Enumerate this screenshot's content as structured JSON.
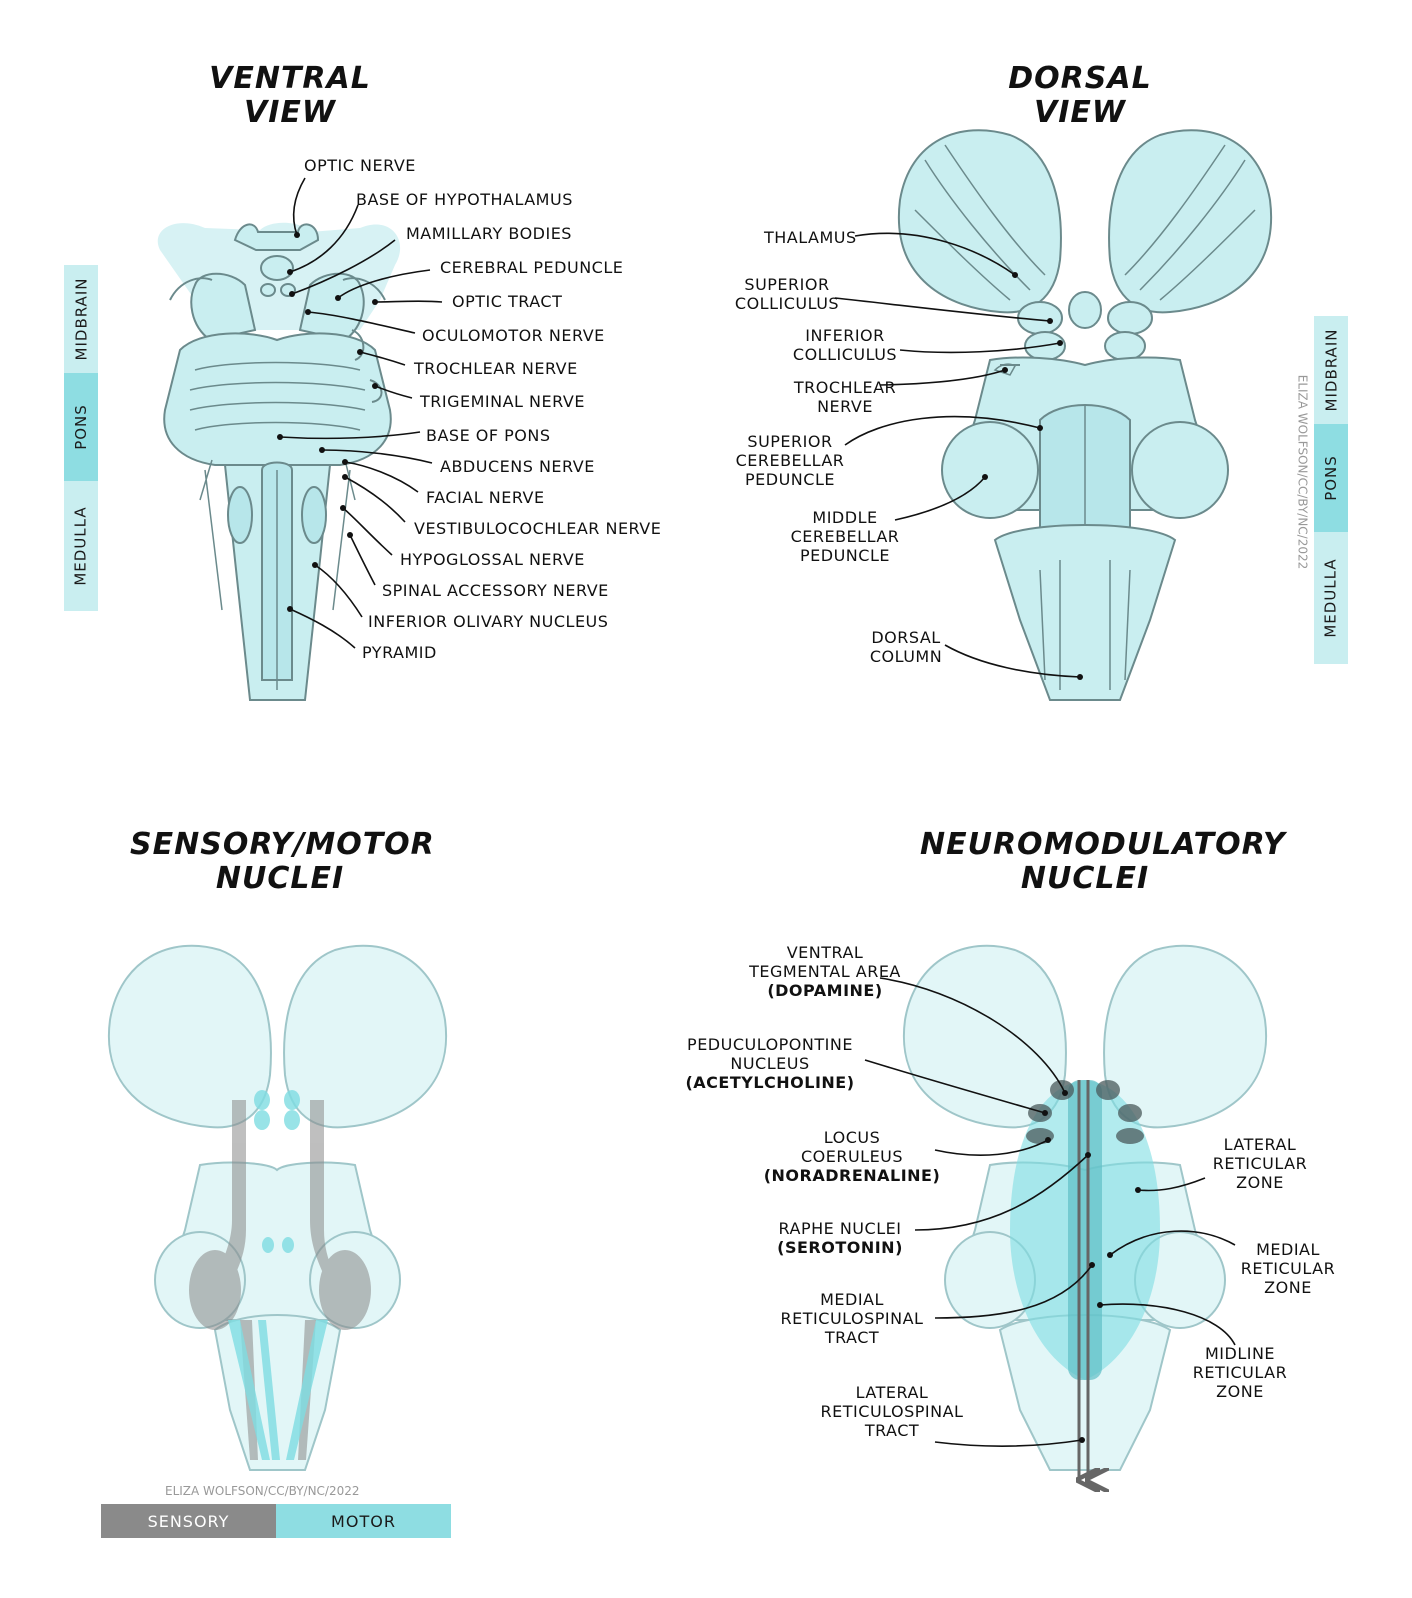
{
  "ventral": {
    "title": "VENTRAL VIEW",
    "labels": {
      "optic_nerve": "OPTIC NERVE",
      "base_hypothalamus": "BASE OF HYPOTHALAMUS",
      "mamillary": "MAMILLARY BODIES",
      "cerebral_peduncle": "CEREBRAL PEDUNCLE",
      "optic_tract": "OPTIC TRACT",
      "oculomotor": "OCULOMOTOR NERVE",
      "trochlear": "TROCHLEAR NERVE",
      "trigeminal": "TRIGEMINAL NERVE",
      "base_pons": "BASE OF PONS",
      "abducens": "ABDUCENS NERVE",
      "facial": "FACIAL NERVE",
      "vestibulocochlear": "VESTIBULOCOCHLEAR NERVE",
      "hypoglossal": "HYPOGLOSSAL NERVE",
      "spinal_accessory": "SPINAL ACCESSORY NERVE",
      "inferior_olivary": "INFERIOR OLIVARY NUCLEUS",
      "pyramid": "PYRAMID"
    },
    "region_bar": {
      "midbrain": "MIDBRAIN",
      "pons": "PONS",
      "medulla": "MEDULLA"
    }
  },
  "dorsal": {
    "title": "DORSAL VIEW",
    "labels": {
      "thalamus": "THALAMUS",
      "sup_colliculus_1": "SUPERIOR",
      "sup_colliculus_2": "COLLICULUS",
      "inf_colliculus_1": "INFERIOR",
      "inf_colliculus_2": "COLLICULUS",
      "trochlear_1": "TROCHLEAR",
      "trochlear_2": "NERVE",
      "scp_1": "SUPERIOR",
      "scp_2": "CEREBELLAR",
      "scp_3": "PEDUNCLE",
      "mcp_1": "MIDDLE",
      "mcp_2": "CEREBELLAR",
      "mcp_3": "PEDUNCLE",
      "dorsal_col_1": "DORSAL",
      "dorsal_col_2": "COLUMN"
    },
    "credit": "ELIZA WOLFSON/CC/BY/NC/2022",
    "region_bar": {
      "midbrain": "MIDBRAIN",
      "pons": "PONS",
      "medulla": "MEDULLA"
    }
  },
  "sensory_motor": {
    "title_line1": "SENSORY/MOTOR",
    "title_line2": "NUCLEI",
    "credit": "ELIZA WOLFSON/CC/BY/NC/2022",
    "legend": {
      "sensory": "SENSORY",
      "motor": "MOTOR"
    }
  },
  "neuromodulatory": {
    "title_line1": "NEUROMODULATORY",
    "title_line2": "NUCLEI",
    "labels": {
      "vta_1": "VENTRAL",
      "vta_2": "TEGMENTAL AREA",
      "vta_3": "(DOPAMINE)",
      "ppn_1": "PEDUCULOPONTINE",
      "ppn_2": "NUCLEUS",
      "ppn_3": "(ACETYLCHOLINE)",
      "lc_1": "LOCUS",
      "lc_2": "COERULEUS",
      "lc_3": "(NORADRENALINE)",
      "raphe_1": "RAPHE NUCLEI",
      "raphe_2": "(SEROTONIN)",
      "mrst_1": "MEDIAL",
      "mrst_2": "RETICULOSPINAL",
      "mrst_3": "TRACT",
      "lrst_1": "LATERAL",
      "lrst_2": "RETICULOSPINAL",
      "lrst_3": "TRACT",
      "lrz_1": "LATERAL",
      "lrz_2": "RETICULAR",
      "lrz_3": "ZONE",
      "mrz_1": "MEDIAL",
      "mrz_2": "RETICULAR",
      "mrz_3": "ZONE",
      "midz_1": "MIDLINE",
      "midz_2": "RETICULAR",
      "midz_3": "ZONE"
    }
  },
  "colors": {
    "tissue": "#c9eef0",
    "tissue_light": "#e2f6f7",
    "outline": "#6b8a8c",
    "accent": "#8edde2",
    "sensory": "#8a8a8a",
    "motor": "#7fdde2",
    "dark": "#111111"
  }
}
